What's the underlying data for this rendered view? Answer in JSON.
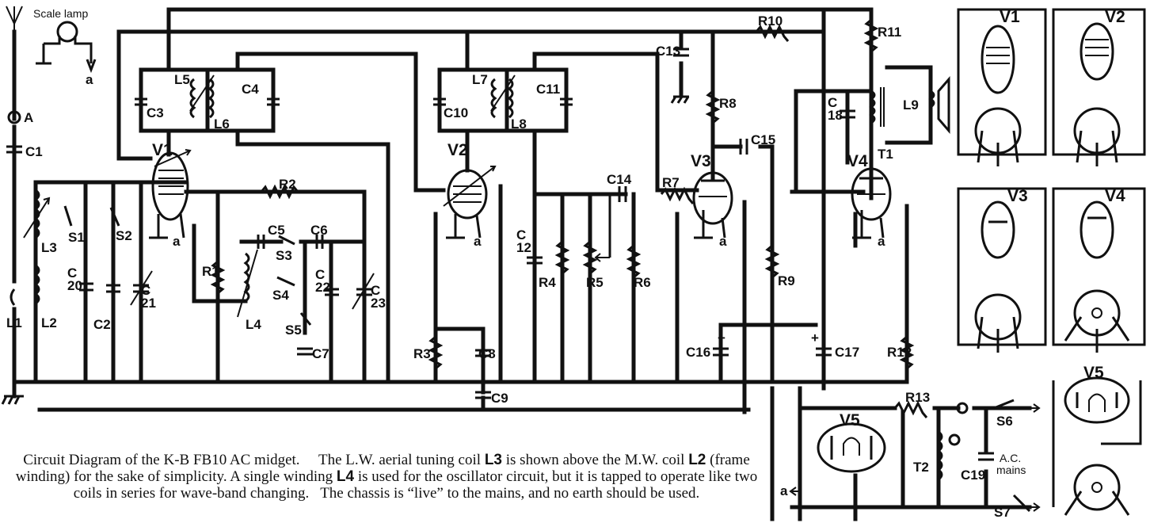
{
  "labels": {
    "scale_lamp": "Scale lamp",
    "a": "a",
    "A": "A",
    "V1": "V1",
    "V2": "V2",
    "V3": "V3",
    "V4": "V4",
    "V5": "V5",
    "C1": "C1",
    "C2": "C2",
    "C3": "C3",
    "C4": "C4",
    "C5": "C5",
    "C6": "C6",
    "C7": "C7",
    "C8": "C8",
    "C9": "C9",
    "C10": "C10",
    "C11": "C11",
    "C12": "C\n12",
    "C13": "C13",
    "C14": "C14",
    "C15": "C15",
    "C16": "C16",
    "C17": "C17",
    "C18": "C\n18",
    "C19": "C19",
    "C20": "C\n20",
    "C21": "C\n21",
    "C22": "C\n22",
    "C23": "C\n23",
    "R1": "R1",
    "R2": "R2",
    "R3": "R3",
    "R4": "R4",
    "R5": "R5",
    "R6": "R6",
    "R7": "R7",
    "R8": "R8",
    "R9": "R9",
    "R10": "R10",
    "R11": "R11",
    "R12": "R12",
    "R13": "R13",
    "L1": "L1",
    "L2": "L2",
    "L3": "L3",
    "L4": "L4",
    "L5": "L5",
    "L6": "L6",
    "L7": "L7",
    "L8": "L8",
    "L9": "L9",
    "S1": "S1",
    "S2": "S2",
    "S3": "S3",
    "S4": "S4",
    "S5": "S5",
    "S6": "S6",
    "S7": "S7",
    "T1": "T1",
    "T2": "T2",
    "ac_mains_1": "A.C.",
    "ac_mains_2": "mains",
    "plus": "+"
  },
  "caption": {
    "p1": "Circuit Diagram of the K-B FB10 AC midget.",
    "p2": "The L.W. aerial tuning coil",
    "p2b": "L3",
    "p3": "is shown above the M.W. coil",
    "p3b": "L2",
    "p4": "(frame winding) for the sake of simplicity. A single winding",
    "p4b": "L4",
    "p5": "is used for the oscillator circuit, but it is tapped to operate like two coils in series for wave-band changing.",
    "p6": "The chassis is “live” to the mains, and no earth should be used."
  }
}
